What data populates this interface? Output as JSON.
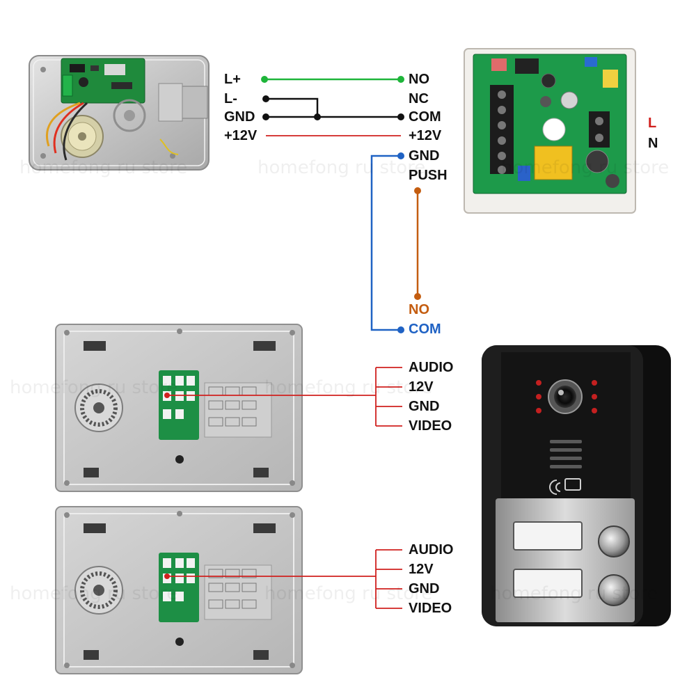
{
  "watermark": "homefong ru store",
  "lock_wiring": {
    "left_labels": [
      "L+",
      "L-",
      "GND",
      "+12V"
    ],
    "right_labels": [
      "NO",
      "NC",
      "COM",
      "+12V"
    ]
  },
  "power_supply": {
    "push_labels": [
      "GND",
      "PUSH"
    ],
    "mains_labels": [
      "L",
      "N"
    ]
  },
  "exit_button": {
    "labels": [
      "NO",
      "COM"
    ]
  },
  "monitor_1": {
    "labels": [
      "AUDIO",
      "12V",
      "GND",
      "VIDEO"
    ]
  },
  "monitor_2": {
    "labels": [
      "AUDIO",
      "12V",
      "GND",
      "VIDEO"
    ]
  },
  "colors": {
    "green": "#1eb53a",
    "black": "#111111",
    "red": "#d0201e",
    "blue": "#1f62c4",
    "orange": "#c45d10"
  }
}
